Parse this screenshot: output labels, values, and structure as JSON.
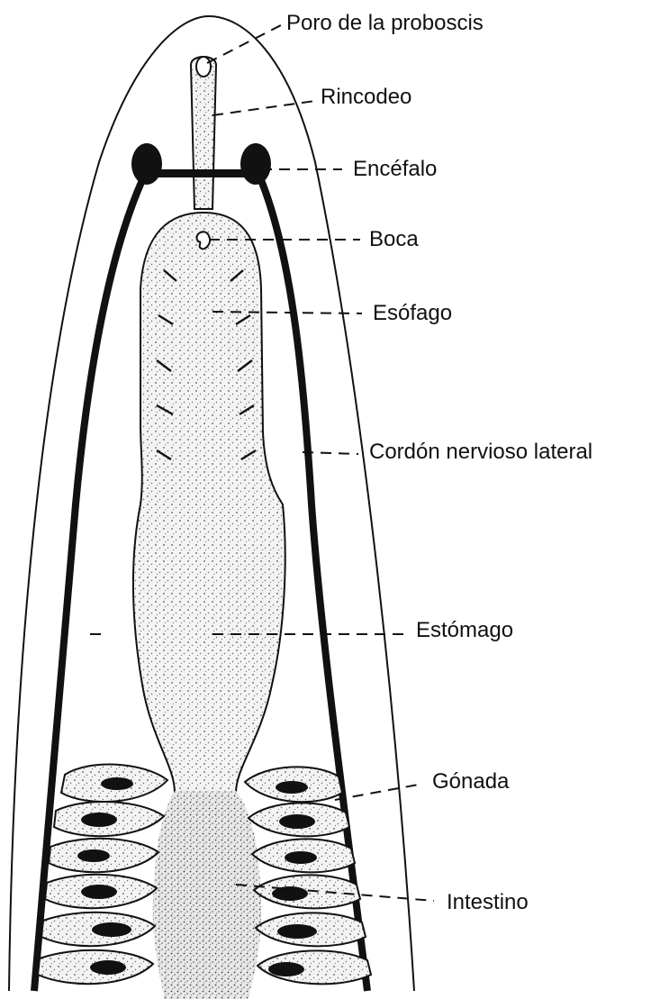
{
  "labels": {
    "poro": "Poro de la proboscis",
    "rincodeo": "Rincodeo",
    "encefalo": "Encéfalo",
    "boca": "Boca",
    "esofago": "Esófago",
    "cordon": "Cordón nervioso lateral",
    "estomago": "Estómago",
    "gonada": "Gónada",
    "intestino": "Intestino"
  },
  "colors": {
    "ink": "#111111",
    "paper": "#ffffff",
    "stipple": "#e4e4e4"
  }
}
